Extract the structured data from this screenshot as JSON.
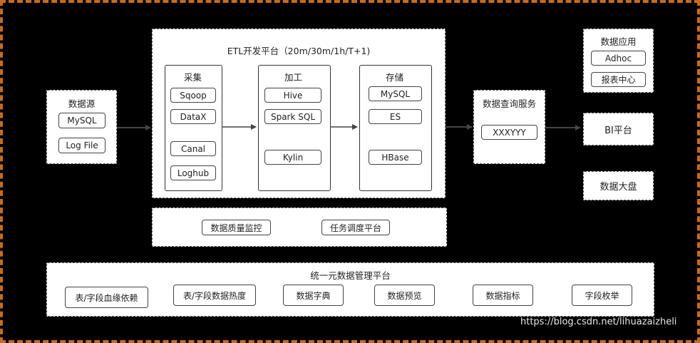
{
  "etl": {
    "title": "ETL开发平台（20m/30m/1h/T+1)",
    "collect": {
      "title": "采集",
      "items": [
        "Sqoop",
        "DataX",
        "Canal",
        "Loghub"
      ]
    },
    "process": {
      "title": "加工",
      "items": [
        "Hive",
        "Spark SQL",
        "Kylin"
      ]
    },
    "storage": {
      "title": "存储",
      "items": [
        "MySQL",
        "ES",
        "HBase"
      ]
    }
  },
  "datasource": {
    "title": "数据源",
    "items": [
      "MySQL",
      "Log File"
    ]
  },
  "query_service": {
    "title": "数据查询服务",
    "item": "XXXYYY"
  },
  "data_app": {
    "title": "数据应用",
    "items": [
      "Adhoc",
      "报表中心"
    ]
  },
  "bi": {
    "label": "BI平台"
  },
  "dashboard": {
    "label": "数据大盘"
  },
  "monitor": {
    "items": [
      "数据质量监控",
      "任务调度平台"
    ]
  },
  "metadata": {
    "title": "统一元数据管理平台",
    "items": [
      "表/字段血缘依赖",
      "表/字段数据热度",
      "数据字典",
      "数据预览",
      "数据指标",
      "字段枚举"
    ]
  },
  "watermark": "https://blog.csdn.net/lihuazaizheli",
  "colors": {
    "frame": "#c96a1b",
    "background": "#000000",
    "box": "#ffffff"
  }
}
